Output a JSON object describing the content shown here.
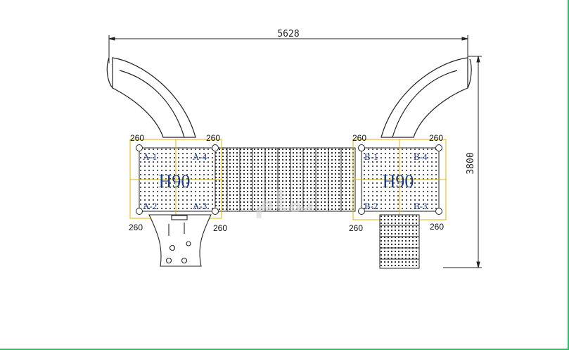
{
  "dimensions": {
    "width": "5628",
    "height": "3800"
  },
  "platform_left": {
    "title": "H90",
    "posts": [
      "A-1",
      "A-4",
      "A-2",
      "A-3"
    ],
    "corner_dims": [
      "260",
      "260",
      "260",
      "260"
    ]
  },
  "platform_right": {
    "title": "H90",
    "posts": [
      "B-1",
      "B-4",
      "B-2",
      "B-3"
    ],
    "corner_dims": [
      "260",
      "260",
      "260",
      "260"
    ]
  },
  "watermark": "تمام"
}
